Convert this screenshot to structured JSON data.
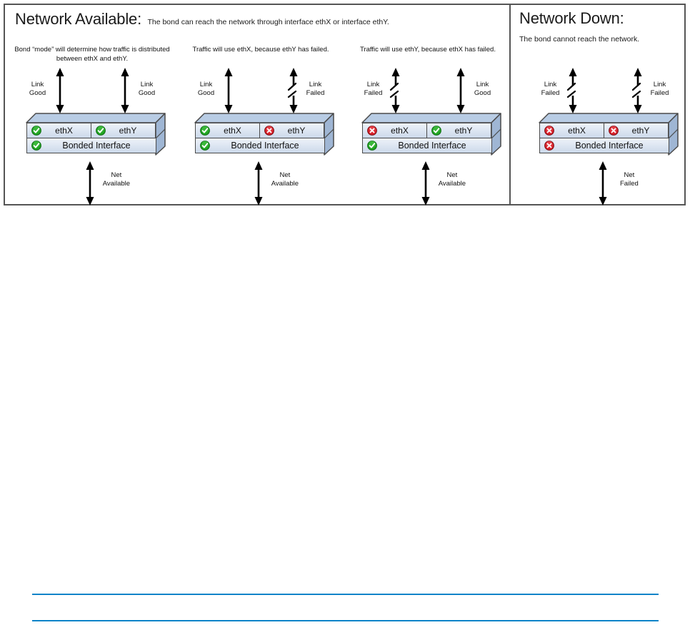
{
  "diagram": {
    "sections": [
      {
        "id": "network-available",
        "title": "Network Available:",
        "subtitle": "The bond can reach the network through interface ethX or interface ethY."
      },
      {
        "id": "network-down",
        "title": "Network Down:",
        "subtitle": "The bond cannot reach the network."
      }
    ],
    "panels": [
      {
        "id": "panel-1",
        "caption": "Bond “mode” will determine how traffic is distributed between ethX and ethY.",
        "links": [
          {
            "label_line1": "Link",
            "label_line2": "Good",
            "state": "good",
            "label_side": "left"
          },
          {
            "label_line1": "Link",
            "label_line2": "Good",
            "state": "good",
            "label_side": "right"
          }
        ],
        "nics": [
          {
            "name": "ethX",
            "state": "good"
          },
          {
            "name": "ethY",
            "state": "good"
          }
        ],
        "bond": {
          "name": "Bonded Interface",
          "state": "good"
        },
        "net": {
          "label_line1": "Net",
          "label_line2": "Available",
          "state": "good"
        }
      },
      {
        "id": "panel-2",
        "caption": "Traffic will use ethX, because ethY has failed.",
        "links": [
          {
            "label_line1": "Link",
            "label_line2": "Good",
            "state": "good",
            "label_side": "left"
          },
          {
            "label_line1": "Link",
            "label_line2": "Failed",
            "state": "failed",
            "label_side": "right"
          }
        ],
        "nics": [
          {
            "name": "ethX",
            "state": "good"
          },
          {
            "name": "ethY",
            "state": "failed"
          }
        ],
        "bond": {
          "name": "Bonded Interface",
          "state": "good"
        },
        "net": {
          "label_line1": "Net",
          "label_line2": "Available",
          "state": "good"
        }
      },
      {
        "id": "panel-3",
        "caption": "Traffic will use ethY, because ethX has failed.",
        "links": [
          {
            "label_line1": "Link",
            "label_line2": "Failed",
            "state": "failed",
            "label_side": "left"
          },
          {
            "label_line1": "Link",
            "label_line2": "Good",
            "state": "good",
            "label_side": "right"
          }
        ],
        "nics": [
          {
            "name": "ethX",
            "state": "failed"
          },
          {
            "name": "ethY",
            "state": "good"
          }
        ],
        "bond": {
          "name": "Bonded Interface",
          "state": "good"
        },
        "net": {
          "label_line1": "Net",
          "label_line2": "Available",
          "state": "good"
        }
      },
      {
        "id": "panel-4",
        "caption": "",
        "links": [
          {
            "label_line1": "Link",
            "label_line2": "Failed",
            "state": "failed",
            "label_side": "left"
          },
          {
            "label_line1": "Link",
            "label_line2": "Failed",
            "state": "failed",
            "label_side": "right"
          }
        ],
        "nics": [
          {
            "name": "ethX",
            "state": "failed"
          },
          {
            "name": "ethY",
            "state": "failed"
          }
        ],
        "bond": {
          "name": "Bonded Interface",
          "state": "failed"
        },
        "net": {
          "label_line1": "Net",
          "label_line2": "Failed",
          "state": "failed"
        }
      }
    ]
  },
  "colors": {
    "status_good": "#22a523",
    "status_failed": "#d8222a",
    "box_fill_light": "#eef3fa",
    "box_fill_dark": "#ccd9ea",
    "box_top_face": "#b8cce4",
    "box_border": "#4a4a4a",
    "frame_border": "#555555",
    "rule_blue": "#0b83c8"
  }
}
